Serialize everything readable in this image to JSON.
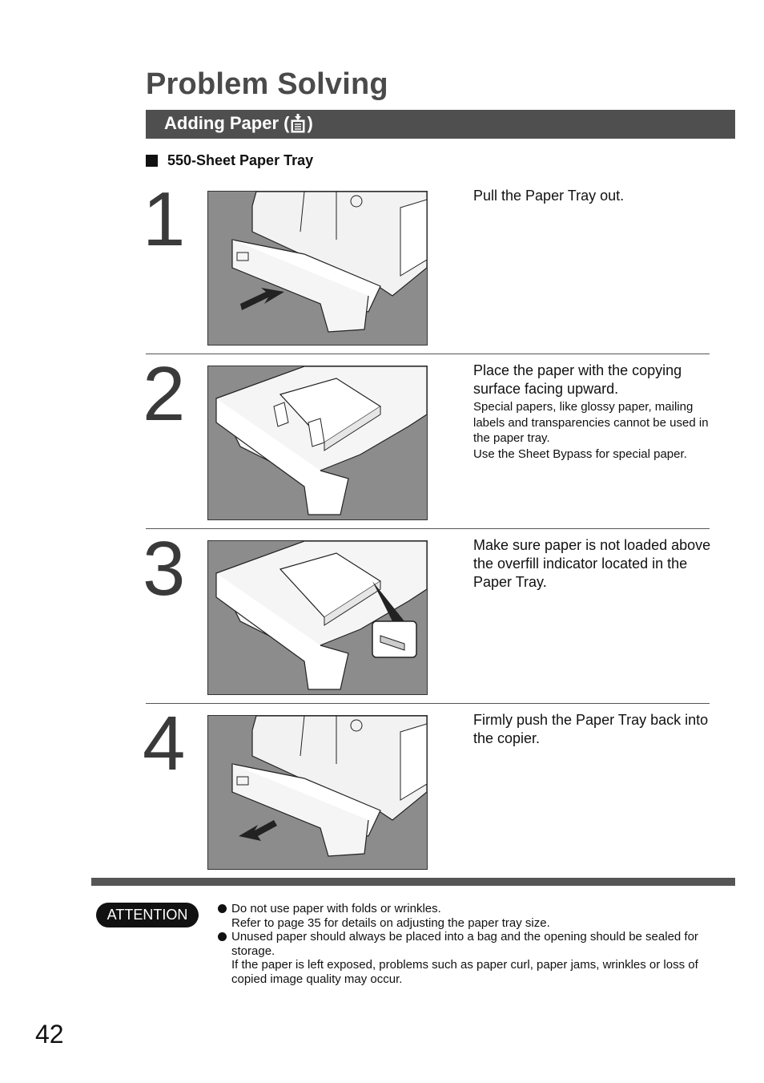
{
  "header": {
    "title": "Problem Solving",
    "section_title": "Adding Paper (",
    "section_title_close": ")",
    "section_icon": "paper-tray-icon",
    "subsection": "550-Sheet Paper Tray"
  },
  "steps": [
    {
      "number": "1",
      "text": "Pull the Paper Tray out.",
      "subtext": "",
      "image": "pull-tray-illustration"
    },
    {
      "number": "2",
      "text": "Place the paper with the copying surface facing upward.",
      "subtext": "Special papers, like glossy paper, mailing labels and transparencies cannot be used in the paper tray.\nUse the Sheet Bypass for special paper.",
      "image": "load-paper-illustration"
    },
    {
      "number": "3",
      "text": "Make sure paper is not loaded above the overfill indicator located in the Paper Tray.",
      "subtext": "",
      "image": "overfill-indicator-illustration"
    },
    {
      "number": "4",
      "text": "Firmly push the Paper Tray back into the copier.",
      "subtext": "",
      "image": "push-tray-illustration"
    }
  ],
  "attention": {
    "label": "ATTENTION",
    "notes": [
      {
        "text": "Do not use paper with folds or wrinkles.\nRefer to page 35 for details on adjusting the paper tray size."
      },
      {
        "text": "Unused paper should always be placed into a bag and the opening should be sealed for storage.\nIf the paper is left exposed, problems such as paper curl, paper jams, wrinkles or loss of copied image quality may occur."
      }
    ]
  },
  "footer": {
    "page_number": "42"
  },
  "colors": {
    "bar": "#4f4f4f",
    "illustration_bg": "#8c8c8c",
    "title": "#4a4a4a"
  }
}
